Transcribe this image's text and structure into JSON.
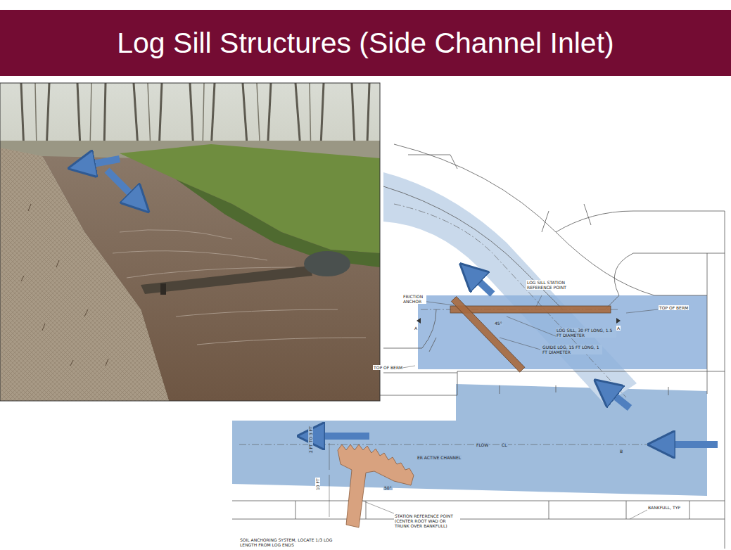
{
  "diagram": {
    "title": "Log Sill Structures (Side Channel Inlet)",
    "labels": [
      "LOG SILL STATION REFERENCE POINT",
      "FRICTION ANCHOR",
      "LOG SILL, 30 FT LONG, 1.5 FT DIAMETER",
      "GUIDE LOG, 15 FT LONG, 1 FT DIAMETER",
      "TOP OF BERM",
      "TOP OF BERM",
      "A",
      "A",
      "B",
      "FLOW",
      "CL",
      "ER ACTIVE CHANNEL",
      "STATION REFERENCE POINT (CENTER ROOT WAD OR TRUNK OVER BANKFULL)",
      "BANKFULL, TYP",
      "SOIL ANCHORING SYSTEM, LOCATE 1/3 LOG LENGTH FROM LOG ENDS",
      "10 FT",
      "2 FT TO 3 FT",
      "45°",
      "50°"
    ]
  }
}
